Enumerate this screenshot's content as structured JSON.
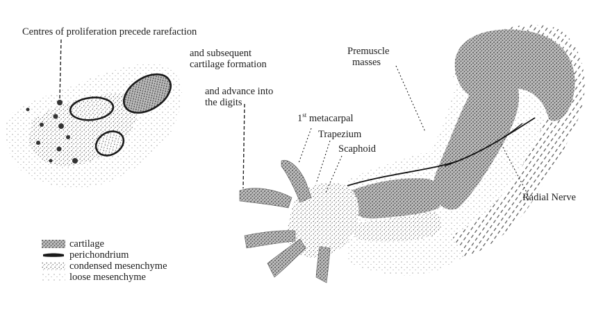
{
  "colors": {
    "ink": "#1c1c1c",
    "cartilage": "#4a4a4a",
    "mesenchyme": "#8a8a8a",
    "background": "#ffffff"
  },
  "labels": {
    "centres": "Centres of proliferation precede rarefaction",
    "subsequent_line1": "and subsequent",
    "subsequent_line2": "cartilage formation",
    "advance_line1": "and advance into",
    "advance_line2": "the digits",
    "premuscle_line1": "Premuscle",
    "premuscle_line2": "masses",
    "metacarpal_prefix": "1",
    "metacarpal_sup": "st",
    "metacarpal_word": " metacarpal",
    "trapezium": "Trapezium",
    "scaphoid": "Scaphoid",
    "radial_nerve": "Radial Nerve"
  },
  "legend": {
    "cartilage": "cartilage",
    "perichondrium": "perichondrium",
    "condensed": "condensed mesenchyme",
    "loose": "loose mesenchyme"
  }
}
